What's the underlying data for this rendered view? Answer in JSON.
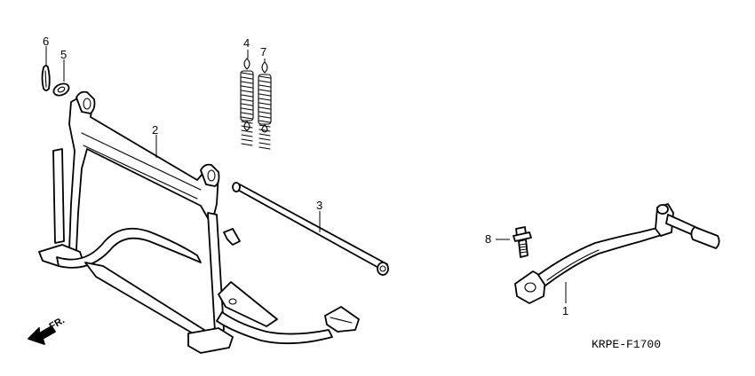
{
  "diagram": {
    "callouts": [
      {
        "id": "6",
        "label": "6"
      },
      {
        "id": "5",
        "label": "5"
      },
      {
        "id": "4",
        "label": "4"
      },
      {
        "id": "7",
        "label": "7"
      },
      {
        "id": "2",
        "label": "2"
      },
      {
        "id": "3",
        "label": "3"
      },
      {
        "id": "8",
        "label": "8"
      },
      {
        "id": "1",
        "label": "1"
      }
    ],
    "direction_label": "FR.",
    "drawing_code": "KRPE-F1700"
  }
}
